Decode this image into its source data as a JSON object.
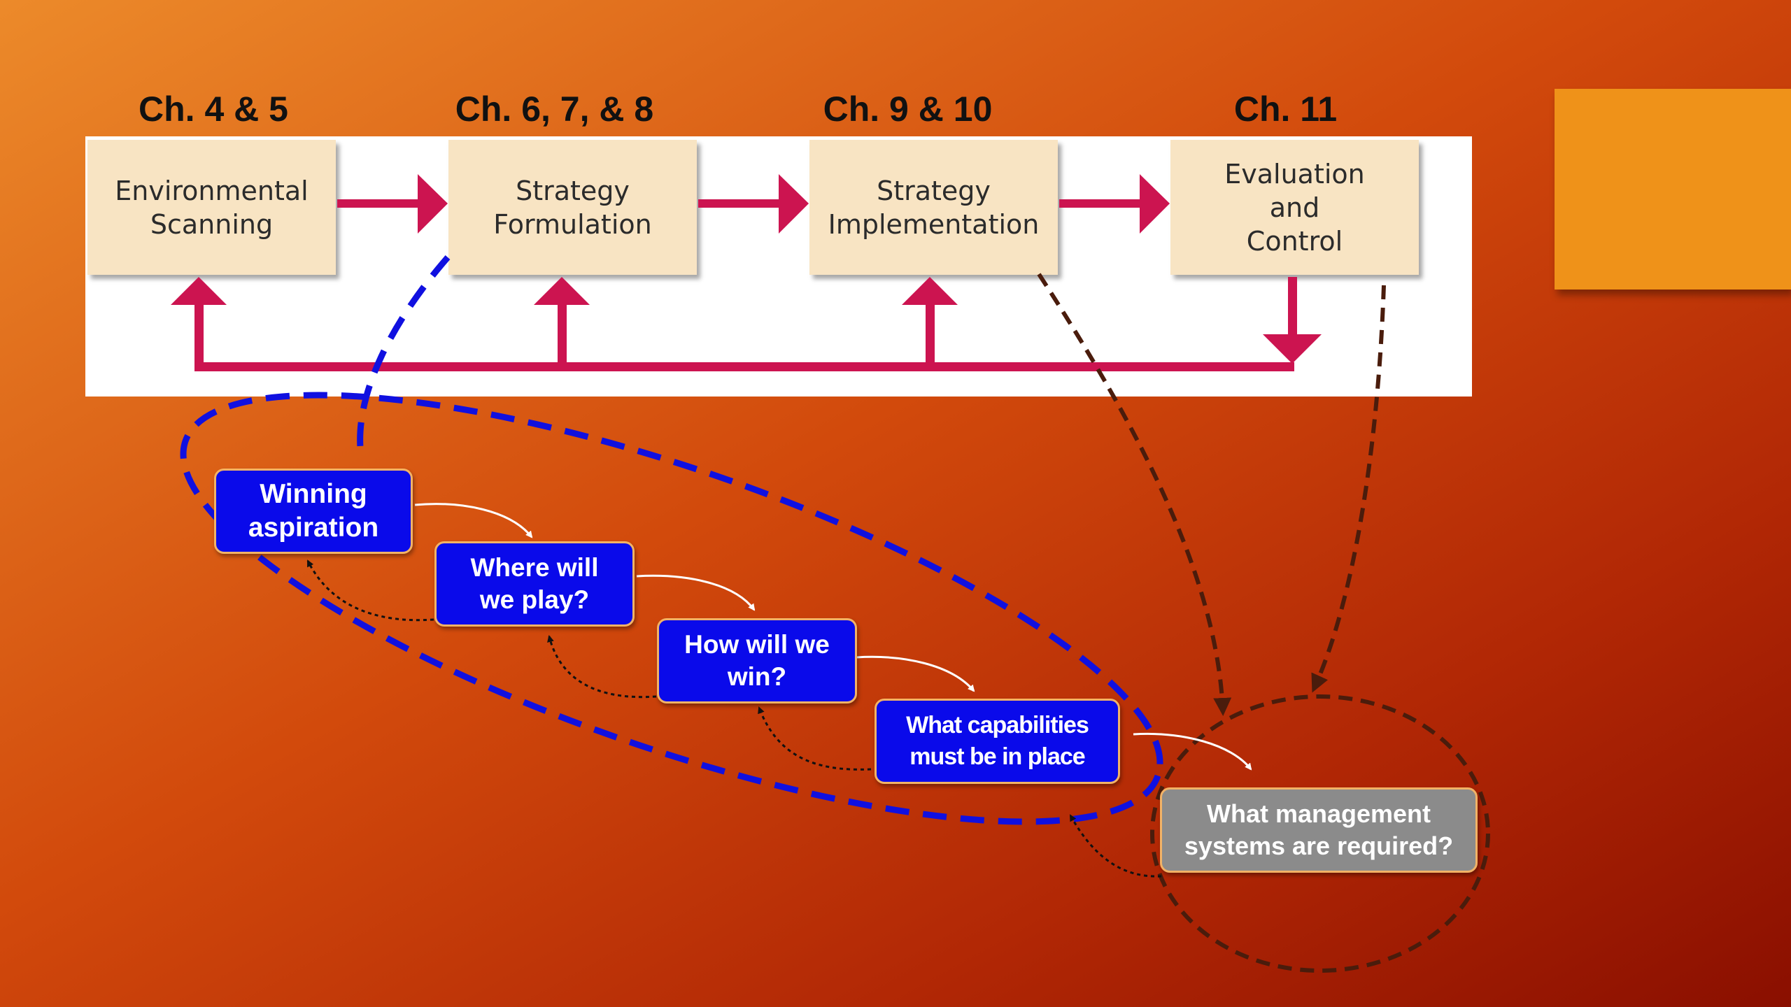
{
  "colors": {
    "background_start": "#ec8a2a",
    "background_end": "#8e1100",
    "accent_square": "#ef9219",
    "stage_box": "#f8e4c3",
    "flow_arrow": "#cc1450",
    "question_box": "#0a0aea",
    "question_box_gray": "#8b8b8b",
    "ellipse_blue": "#1010e0",
    "dashed_brown": "#4a1c0c"
  },
  "chapters": [
    {
      "label": "Ch. 4 & 5"
    },
    {
      "label": "Ch. 6, 7, & 8"
    },
    {
      "label": "Ch. 9 & 10"
    },
    {
      "label": "Ch. 11"
    }
  ],
  "stages": [
    {
      "label": "Environmental\nScanning"
    },
    {
      "label": "Strategy\nFormulation"
    },
    {
      "label": "Strategy\nImplementation"
    },
    {
      "label": "Evaluation\nand\nControl"
    }
  ],
  "questions": [
    {
      "label": "Winning\naspiration"
    },
    {
      "label": "Where will\nwe play?"
    },
    {
      "label": "How will we\nwin?"
    },
    {
      "label": "What capabilities\nmust be in place"
    },
    {
      "label": "What management\nsystems are required?"
    }
  ]
}
